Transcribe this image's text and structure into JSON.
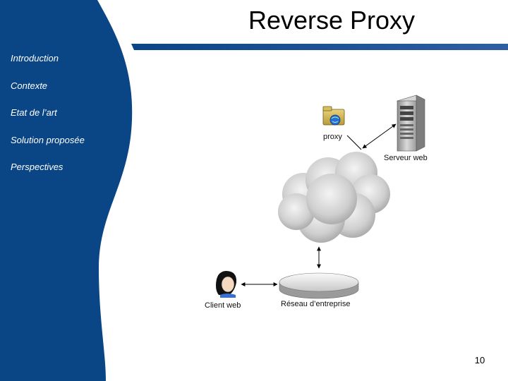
{
  "slide": {
    "title": "Reverse Proxy",
    "page_number": "10"
  },
  "sidebar": {
    "items": [
      {
        "label": "Introduction"
      },
      {
        "label": "Contexte"
      },
      {
        "label": "Etat de l’art"
      },
      {
        "label": "Solution proposée"
      },
      {
        "label": "Perspectives"
      }
    ]
  },
  "diagram": {
    "proxy_label": "proxy",
    "server_label": "Serveur web",
    "client_label": "Client web",
    "network_label": "Réseau d’entreprise"
  },
  "colors": {
    "sidebar": "#0a4585",
    "title_bar": "#0a4585",
    "text_on_sidebar": "#ffffff"
  }
}
